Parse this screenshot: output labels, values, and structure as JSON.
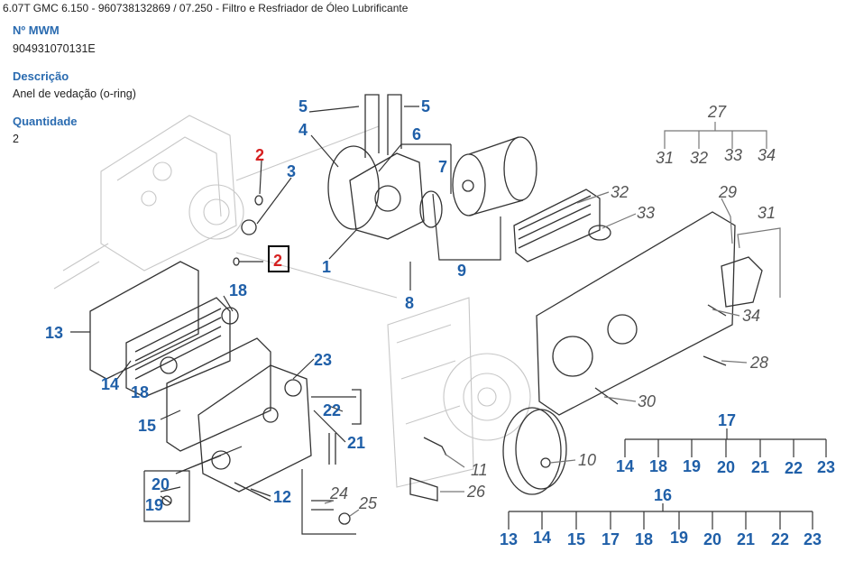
{
  "header": {
    "breadcrumb": "6.07T GMC 6.150 - 960738132869  /  07.250 - Filtro e Resfriador de Óleo Lubrificante"
  },
  "details": {
    "mwm_label": "Nº MWM",
    "mwm_value": "904931070131E",
    "description_label": "Descrição",
    "description_value": "Anel de vedação (o-ring)",
    "quantity_label": "Quantidade",
    "quantity_value": "2"
  },
  "diagram": {
    "callouts_blue": [
      "5",
      "5",
      "4",
      "6",
      "7",
      "3",
      "1",
      "8",
      "9",
      "18",
      "13",
      "14",
      "18",
      "23",
      "22",
      "15",
      "21",
      "20",
      "19",
      "12"
    ],
    "callouts_red": [
      "2",
      "2"
    ],
    "callouts_gray": [
      "27",
      "31",
      "32",
      "33",
      "34",
      "32",
      "33",
      "29",
      "31",
      "34",
      "28",
      "30",
      "10",
      "11",
      "26",
      "24",
      "25"
    ],
    "group_17": {
      "title": "17",
      "items": [
        "14",
        "18",
        "19",
        "20",
        "21",
        "22",
        "23"
      ]
    },
    "group_16": {
      "title": "16",
      "items": [
        "13",
        "14",
        "15",
        "17",
        "18",
        "19",
        "20",
        "21",
        "22",
        "23"
      ]
    }
  }
}
